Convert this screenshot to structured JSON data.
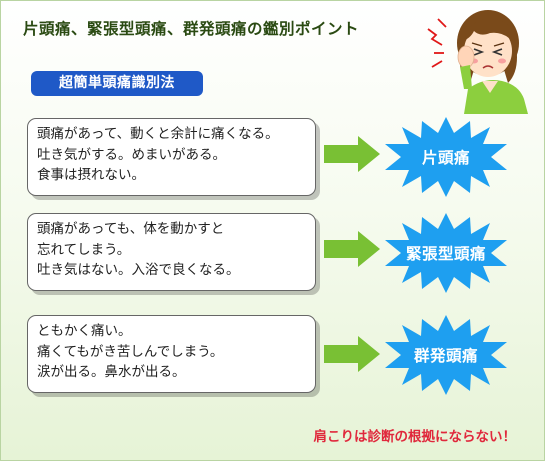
{
  "title": "片頭痛、緊張型頭痛、群発頭痛の鑑別ポイント",
  "subtitle": "超簡単頭痛識別法",
  "rows": [
    {
      "lines": [
        "頭痛があって、動くと余計に痛くなる。",
        "吐き気がする。めまいがある。",
        "食事は摂れない。"
      ],
      "result": "片頭痛"
    },
    {
      "lines": [
        "頭痛があっても、体を動かすと",
        "忘れてしまう。",
        "吐き気はない。入浴で良くなる。"
      ],
      "result": "緊張型頭痛"
    },
    {
      "lines": [
        "ともかく痛い。",
        "痛くてもがき苦しんでしまう。",
        "涙が出る。鼻水が出る。"
      ],
      "result": "群発頭痛"
    }
  ],
  "footnote": "肩こりは診断の根拠にならない！",
  "colors": {
    "title": "#2a4a12",
    "pill": "#1f59c7",
    "arrow": "#79c034",
    "burst": "#1e9ff0",
    "footnote": "#e0283c"
  },
  "icons": [
    "woman-headache-illustration",
    "right-arrow-icon",
    "starburst-shape"
  ]
}
